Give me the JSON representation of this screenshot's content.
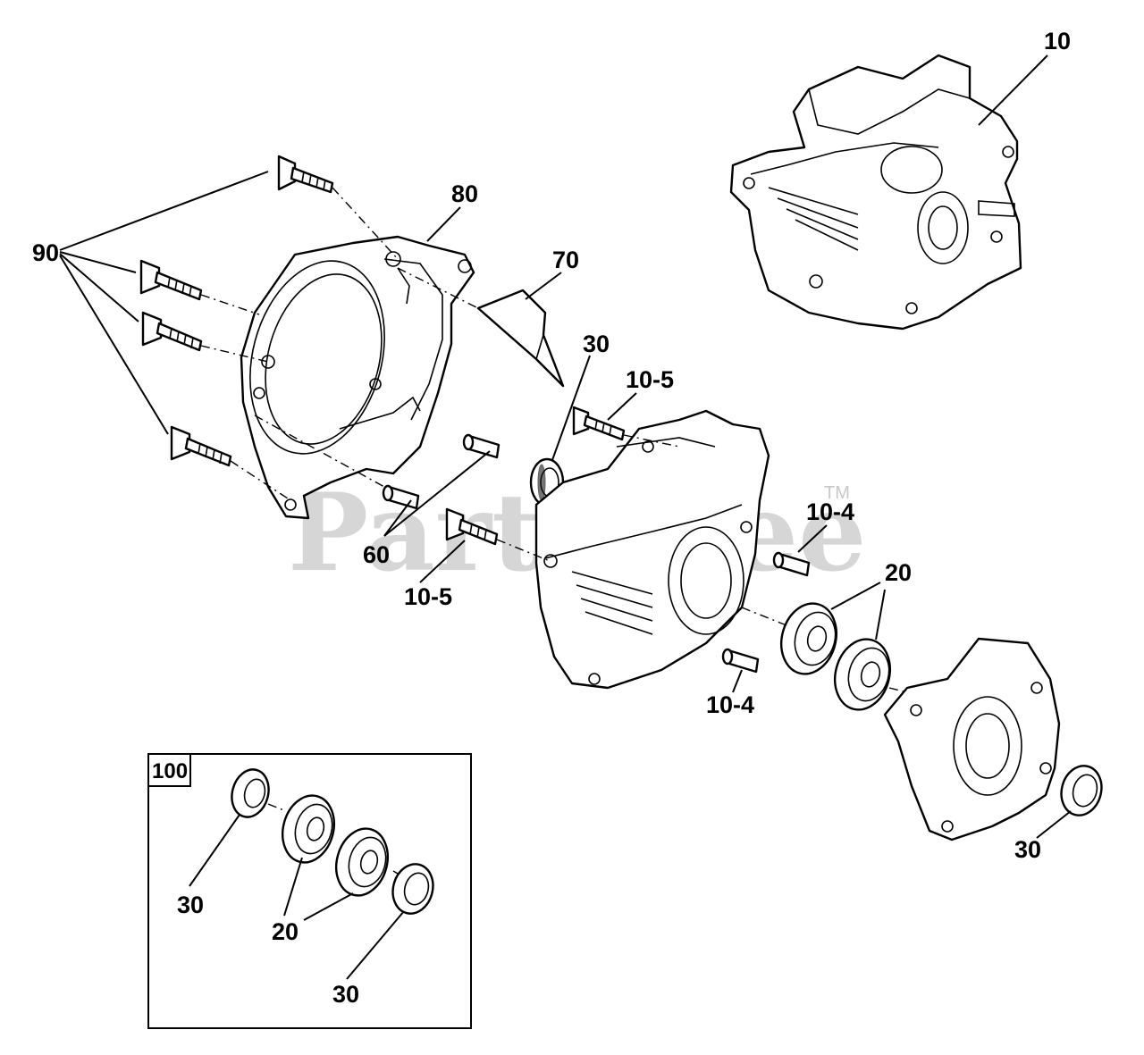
{
  "watermark": {
    "text": "PartsTree",
    "trademark": "TM"
  },
  "kit_box": {
    "label": "100"
  },
  "callouts": [
    {
      "id": "c-10",
      "text": "10"
    },
    {
      "id": "c-80",
      "text": "80"
    },
    {
      "id": "c-90",
      "text": "90"
    },
    {
      "id": "c-70",
      "text": "70"
    },
    {
      "id": "c-30a",
      "text": "30"
    },
    {
      "id": "c-10-5a",
      "text": "10-5"
    },
    {
      "id": "c-10-4a",
      "text": "10-4"
    },
    {
      "id": "c-60",
      "text": "60"
    },
    {
      "id": "c-10-5b",
      "text": "10-5"
    },
    {
      "id": "c-20a",
      "text": "20"
    },
    {
      "id": "c-10-4b",
      "text": "10-4"
    },
    {
      "id": "c-30b",
      "text": "30"
    },
    {
      "id": "c-30c",
      "text": "30"
    },
    {
      "id": "c-20b",
      "text": "20"
    },
    {
      "id": "c-30d",
      "text": "30"
    }
  ]
}
